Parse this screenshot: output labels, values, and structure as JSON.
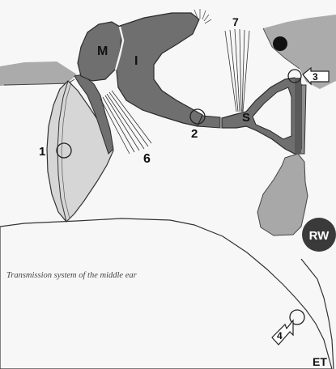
{
  "caption": "Transmission system of the middle ear",
  "labels": {
    "malleus": "M",
    "incus": "I",
    "stapes": "S",
    "round_window": "RW",
    "eustachian_tube": "ET",
    "eardrum": "1",
    "incudostapedial_joint": "2",
    "stapes_footplate_joint": "3",
    "tube_opening": "4",
    "tensor_tympani": "6",
    "stapedius": "7"
  },
  "colors": {
    "ossicle_fill": "#6f6f6f",
    "stroke": "#2b2b2b",
    "eardrum_fill": "#d9d9d9",
    "wall_fill": "#a9a9a9",
    "promontory_fill": "#a6a6a6",
    "round_window_fill": "#3a3a3a",
    "background": "#f7f7f7"
  }
}
